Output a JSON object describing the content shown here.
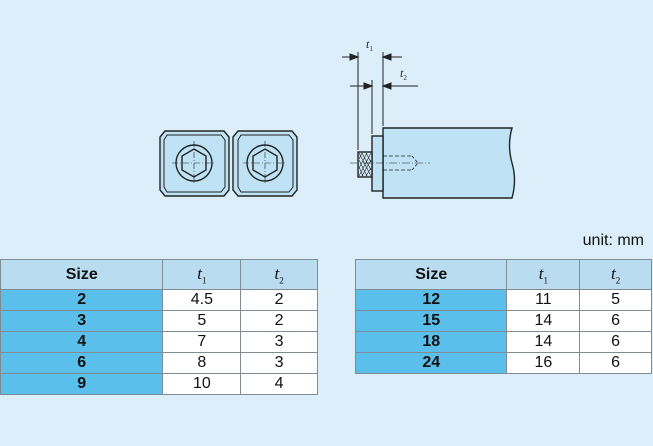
{
  "drawing": {
    "t1_label": "t",
    "t1_sub": "1",
    "t2_label": "t",
    "t2_sub": "2"
  },
  "unit_label": "unit: mm",
  "table_headers": {
    "size": "Size",
    "t1": "t",
    "t1_sub": "1",
    "t2": "t",
    "t2_sub": "2"
  },
  "left_table": [
    {
      "size": "2",
      "t1": "4.5",
      "t2": "2"
    },
    {
      "size": "3",
      "t1": "5",
      "t2": "2"
    },
    {
      "size": "4",
      "t1": "7",
      "t2": "3"
    },
    {
      "size": "6",
      "t1": "8",
      "t2": "3"
    },
    {
      "size": "9",
      "t1": "10",
      "t2": "4"
    }
  ],
  "right_table": [
    {
      "size": "12",
      "t1": "11",
      "t2": "5"
    },
    {
      "size": "15",
      "t1": "14",
      "t2": "6"
    },
    {
      "size": "18",
      "t1": "14",
      "t2": "6"
    },
    {
      "size": "24",
      "t1": "16",
      "t2": "6"
    }
  ],
  "colors": {
    "background": "#dceef9",
    "header_fill": "#b9dcf1",
    "size_cell_fill": "#5bbfeb",
    "shaft_fill": "#bfe3f5"
  }
}
